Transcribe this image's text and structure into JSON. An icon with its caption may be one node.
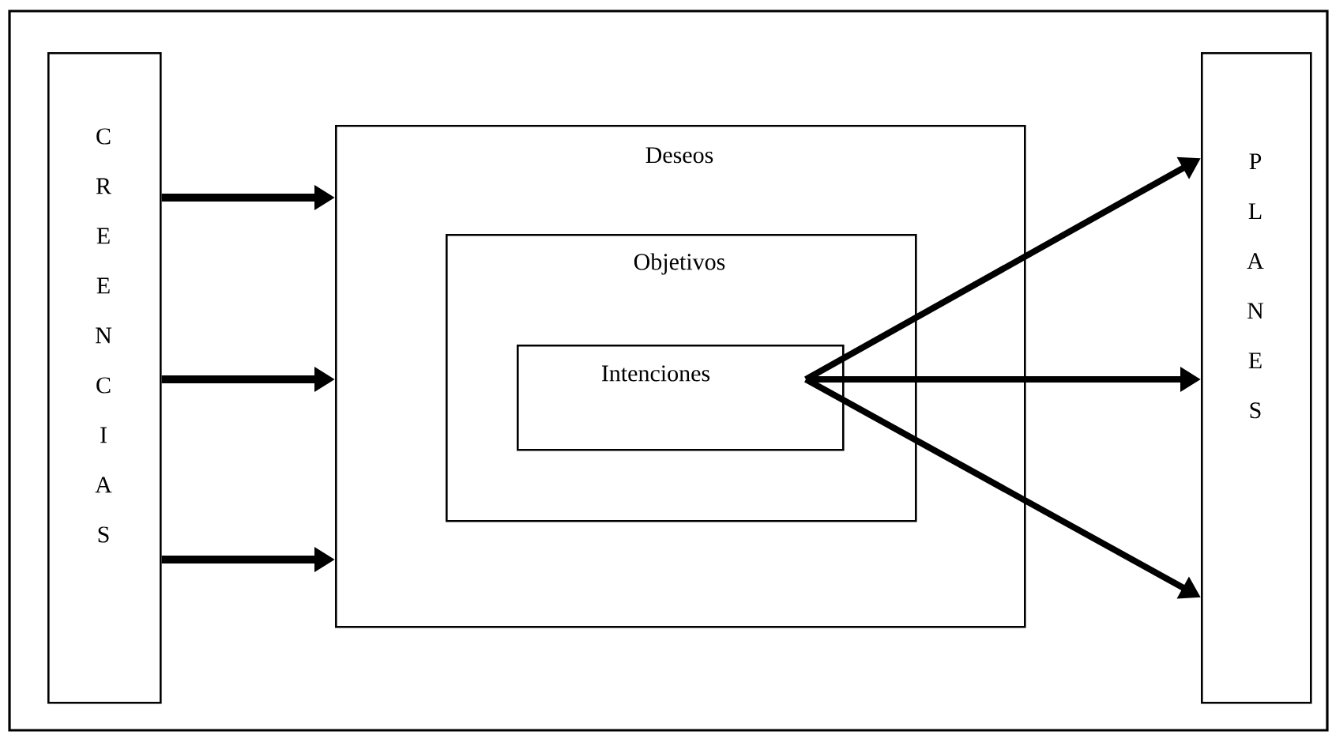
{
  "diagram": {
    "nodes": [
      {
        "text": [
          "CREENCIAS"
        ]
      },
      {
        "text": [
          "Deseos"
        ]
      },
      {
        "text": [
          "Objetivos"
        ],
        "in": 1
      },
      {
        "text": [
          "Intenciones"
        ],
        "in": 2
      },
      {
        "text": [
          "PLANES"
        ]
      }
    ],
    "edges": [
      {
        "from": 0,
        "to": 1,
        "arrow": "to"
      },
      {
        "from": 0,
        "to": 1,
        "arrow": "to"
      },
      {
        "from": 0,
        "to": 1,
        "arrow": "to"
      },
      {
        "from": 3,
        "to": 4,
        "arrow": "to"
      },
      {
        "from": 3,
        "to": 4,
        "arrow": "to"
      },
      {
        "from": 3,
        "to": 4,
        "arrow": "to"
      }
    ]
  }
}
